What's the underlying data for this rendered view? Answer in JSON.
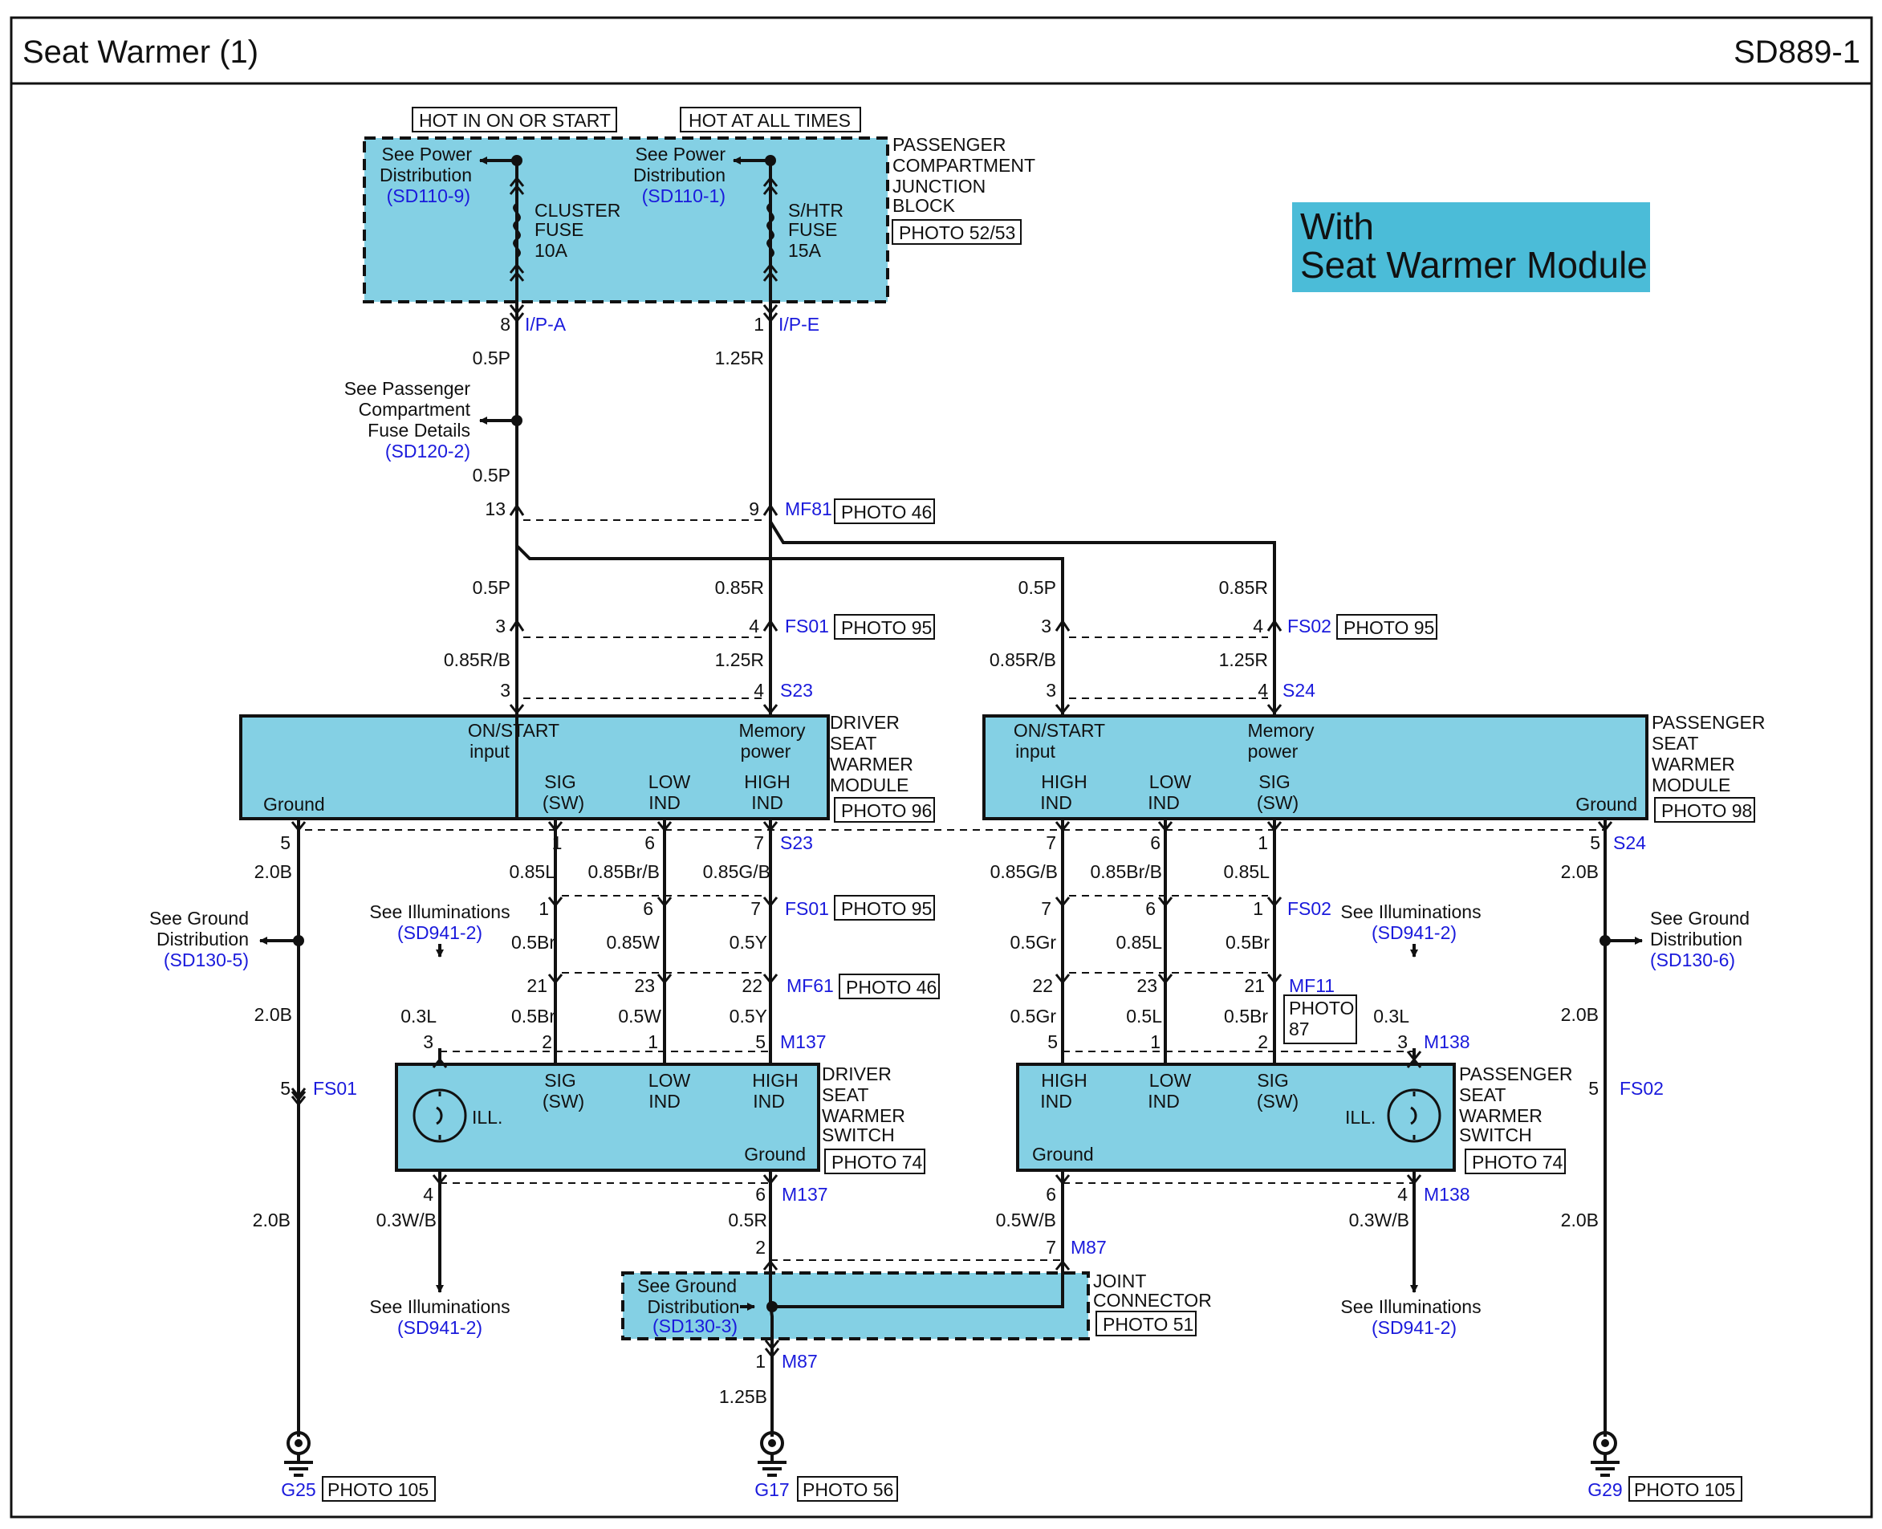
{
  "header": {
    "title": "Seat Warmer (1)",
    "code": "SD889-1"
  },
  "variant_tag": {
    "line1": "With",
    "line2": "Seat Warmer Module"
  },
  "junction": {
    "hot_run": "HOT IN ON OR START",
    "hot_all": "HOT AT ALL TIMES",
    "see_power_a": "See Power",
    "see_power_b": "Distribution",
    "ref1": "(SD110-9)",
    "ref2": "(SD110-1)",
    "fuse1": [
      "CLUSTER",
      "FUSE",
      "10A"
    ],
    "fuse2": [
      "S/HTR",
      "FUSE",
      "15A"
    ],
    "name": [
      "PASSENGER",
      "COMPARTMENT",
      "JUNCTION",
      "BLOCK"
    ],
    "photo": "PHOTO 52/53"
  },
  "fuse_details": {
    "lines": [
      "See Passenger",
      "Compartment",
      "Fuse Details"
    ],
    "ref": "(SD120-2)"
  },
  "connectors": {
    "ipa": "I/P-A",
    "ipe": "I/P-E",
    "mf81": "MF81",
    "fs01": "FS01",
    "fs02": "FS02",
    "s23": "S23",
    "s24": "S24",
    "mf61": "MF61",
    "mf11": "MF11",
    "m137": "M137",
    "m138": "M138",
    "m87": "M87",
    "g25": "G25",
    "g17": "G17",
    "g29": "G29"
  },
  "photos": {
    "p46": "PHOTO 46",
    "p95": "PHOTO 95",
    "p96": "PHOTO 96",
    "p98": "PHOTO 98",
    "p74": "PHOTO 74",
    "p51": "PHOTO 51",
    "p105": "PHOTO 105",
    "p56": "PHOTO 56",
    "p87a": "PHOTO",
    "p87b": "87"
  },
  "wires": {
    "w05p": "0.5P",
    "w125r": "1.25R",
    "w085r": "0.85R",
    "w085rb": "0.85R/B",
    "w20b": "2.0B",
    "w085l": "0.85L",
    "w085brb": "0.85Br/B",
    "w085gb": "0.85G/B",
    "w05br": "0.5Br",
    "w085w": "0.85W",
    "w05y": "0.5Y",
    "w05w": "0.5W",
    "w03l": "0.3L",
    "w03wb": "0.3W/B",
    "w05r": "0.5R",
    "w05wb": "0.5W/B",
    "w125b": "1.25B",
    "w05gr": "0.5Gr",
    "w05l": "0.5L"
  },
  "pins": {
    "p1": "1",
    "p2": "2",
    "p3": "3",
    "p4": "4",
    "p5": "5",
    "p6": "6",
    "p7": "7",
    "p8": "8",
    "p9": "9",
    "p13": "13",
    "p21": "21",
    "p22": "22",
    "p23": "23"
  },
  "module_labels": {
    "on_start": "ON/START",
    "input": "input",
    "memory": "Memory",
    "power": "power",
    "ground": "Ground",
    "sig": "SIG",
    "sw": "(SW)",
    "low": "LOW",
    "high": "HIGH",
    "ind": "IND",
    "ill": "ILL."
  },
  "driver_module_name": [
    "DRIVER",
    "SEAT",
    "WARMER",
    "MODULE"
  ],
  "pass_module_name": [
    "PASSENGER",
    "SEAT",
    "WARMER",
    "MODULE"
  ],
  "driver_switch_name": [
    "DRIVER",
    "SEAT",
    "WARMER",
    "SWITCH"
  ],
  "pass_switch_name": [
    "PASSENGER",
    "SEAT",
    "WARMER",
    "SWITCH"
  ],
  "see_ground": {
    "a": "See Ground",
    "b": "Distribution",
    "ref5": "(SD130-5)",
    "ref6": "(SD130-6)",
    "ref3": "(SD130-3)"
  },
  "illum": {
    "text": "See Illuminations",
    "ref": "(SD941-2)"
  },
  "joint": {
    "a": "JOINT",
    "b": "CONNECTOR"
  },
  "colors": {
    "module_fill": "#84d0e4",
    "tag_fill": "#4bbcd8",
    "ref_text": "#1a1adc",
    "wire": "#111111"
  }
}
